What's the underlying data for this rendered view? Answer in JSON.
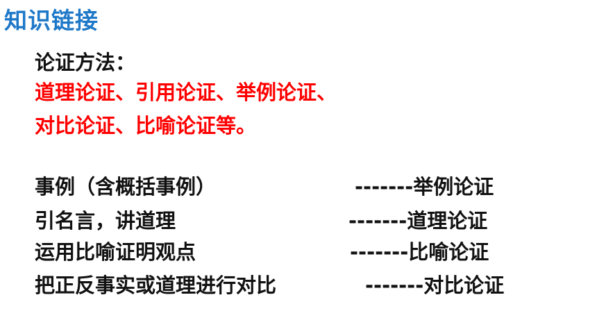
{
  "title": "知识链接",
  "methods": {
    "heading": "论证方法：",
    "line1": "道理论证、引用论证、举例论证、",
    "line2": "对比论证、比喻论证等。"
  },
  "mappings": [
    {
      "left": "事例（含概括事例）",
      "right": "-------举例论证"
    },
    {
      "left": "引名言，讲道理",
      "right": "-------道理论证"
    },
    {
      "left": "运用比喻证明观点",
      "right": "-------比喻论证"
    },
    {
      "left": "把正反事实或道理进行对比",
      "right": "-------对比论证"
    }
  ],
  "colors": {
    "title": "#1e78c8",
    "highlight": "#ff0000",
    "text": "#111111"
  }
}
